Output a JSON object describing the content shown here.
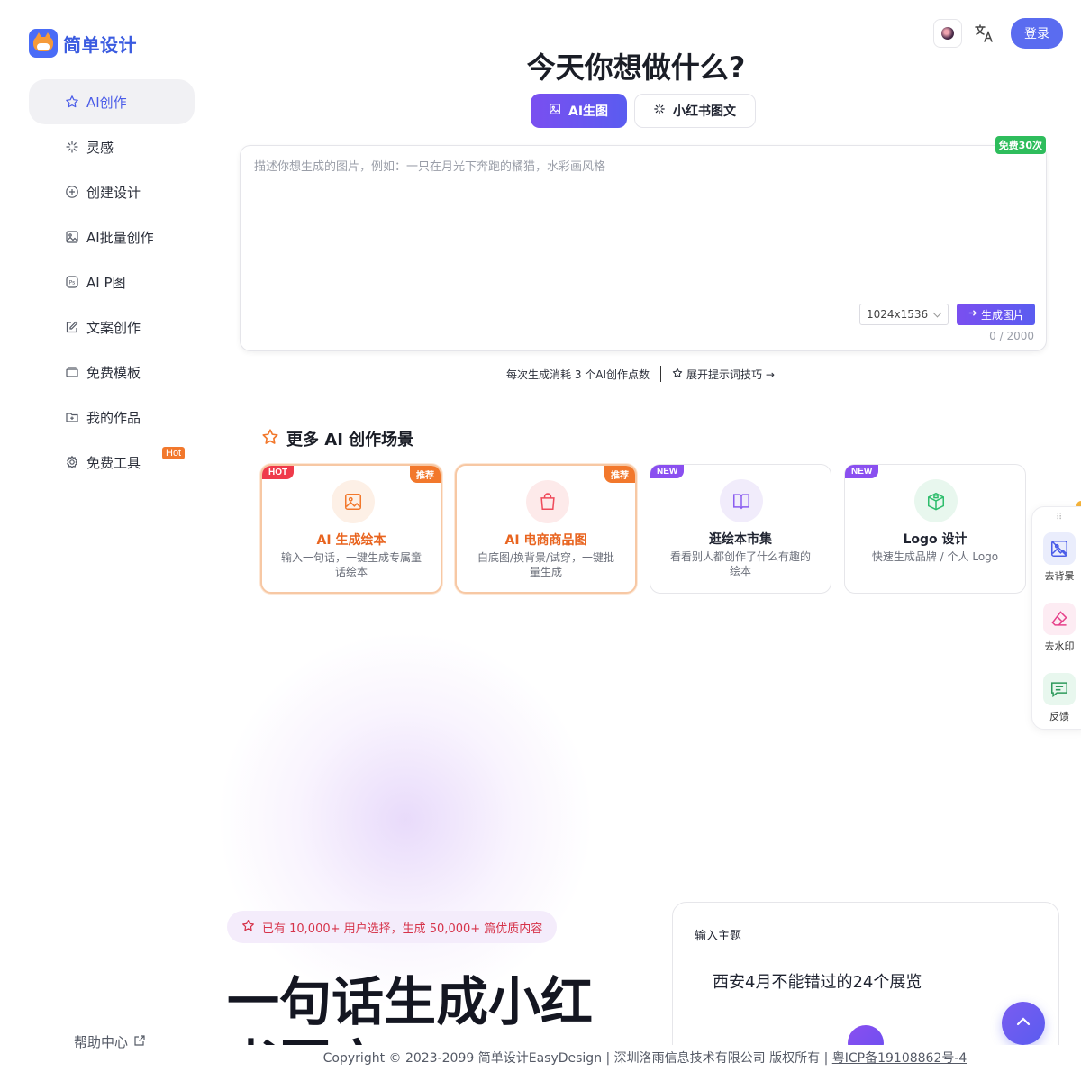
{
  "brand": {
    "name": "简单设计"
  },
  "sidebar": {
    "items": [
      {
        "label": "AI创作",
        "icon": "star-icon"
      },
      {
        "label": "灵感",
        "icon": "sparkle-icon"
      },
      {
        "label": "创建设计",
        "icon": "plus-circle-icon"
      },
      {
        "label": "AI批量创作",
        "icon": "image-icon"
      },
      {
        "label": "AI P图",
        "icon": "ps-icon"
      },
      {
        "label": "文案创作",
        "icon": "edit-icon"
      },
      {
        "label": "免费模板",
        "icon": "template-icon"
      },
      {
        "label": "我的作品",
        "icon": "folder-icon"
      },
      {
        "label": "免费工具",
        "icon": "gear-icon",
        "badge": "Hot"
      }
    ],
    "help": "帮助中心"
  },
  "header": {
    "login": "登录"
  },
  "main": {
    "title": "今天你想做什么?",
    "tabs": [
      {
        "label": "AI生图",
        "icon": "image-icon"
      },
      {
        "label": "小红书图文",
        "icon": "sparkle-icon"
      }
    ],
    "prompt": {
      "placeholder": "描述你想生成的图片，例如：一只在月光下奔跑的橘猫，水彩画风格",
      "free_badge": "免费30次",
      "size": "1024x1536",
      "generate": "生成图片",
      "count": "0 / 2000"
    },
    "hint": {
      "cost": "每次生成消耗 3 个AI创作点数",
      "tips": "展开提示词技巧 →"
    }
  },
  "scenes": {
    "title": "更多 AI 创作场景",
    "cards": [
      {
        "tag": "HOT",
        "rec": "推荐",
        "title": "AI 生成绘本",
        "desc": "输入一句话，一键生成专属童话绘本",
        "icon": "picture-icon"
      },
      {
        "rec": "推荐",
        "title": "AI 电商商品图",
        "desc": "白底图/换背景/试穿，一键批量生成",
        "icon": "shopping-bag-icon"
      },
      {
        "tag": "NEW",
        "title": "逛绘本市集",
        "desc": "看看别人都创作了什么有趣的绘本",
        "icon": "book-icon"
      },
      {
        "tag": "NEW",
        "title": "Logo 设计",
        "desc": "快速生成品牌 / 个人 Logo",
        "icon": "box-icon"
      }
    ]
  },
  "float_tools": [
    {
      "label": "去背景",
      "icon": "remove-background-icon"
    },
    {
      "label": "去水印",
      "icon": "eraser-icon"
    },
    {
      "label": "反馈",
      "icon": "feedback-icon"
    }
  ],
  "promo": {
    "stat": "已有 10,000+ 用户选择，生成 50,000+ 篇优质内容",
    "heading_line1": "一句话生成小红",
    "heading_line2": "书图文",
    "input_label": "输入主题",
    "input_value": "西安4月不能错过的24个展览"
  },
  "footer": {
    "copyright": "Copyright © 2023-2099 简单设计EasyDesign | 深圳洛雨信息技术有限公司 版权所有 | ",
    "icp": "粤ICP备19108862号-4"
  }
}
